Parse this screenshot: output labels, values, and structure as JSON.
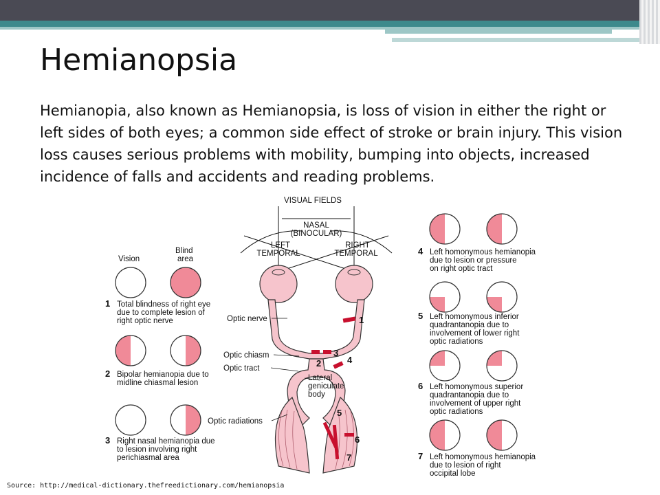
{
  "slide": {
    "title": "Hemianopsia",
    "paragraph": "Hemianopia, also known as Hemianopsia, is loss of vision in either the right or left sides of both eyes; a common side effect of stroke or brain injury.  This vision loss causes serious problems with mobility, bumping into objects, increased incidence of falls and accidents and reading problems.",
    "source": "Source: http://medical-dictionary.thefreedictionary.com/hemianopsia"
  },
  "diagram": {
    "visual_fields": "VISUAL FIELDS",
    "nasal": "NASAL",
    "binocular": "(BINOCULAR)",
    "left": "LEFT",
    "right": "RIGHT",
    "temporal": "TEMPORAL",
    "vision": "Vision",
    "blind": "Blind",
    "area": "area",
    "optic_nerve": "Optic nerve",
    "optic_chiasm": "Optic chiasm",
    "optic_tract": "Optic tract",
    "lgb1": "Lateral",
    "lgb2": "geniculate",
    "lgb3": "body",
    "optic_radiations": "Optic radiations",
    "lesions": [
      {
        "num": "1",
        "lines": [
          "Total blindness of right eye",
          "due to complete lesion of",
          "right optic nerve"
        ]
      },
      {
        "num": "2",
        "lines": [
          "Bipolar hemianopia due to",
          "midline chiasmal lesion"
        ]
      },
      {
        "num": "3",
        "lines": [
          "Right nasal hemianopia due",
          "to lesion involving right",
          "perichiasmal area"
        ]
      },
      {
        "num": "4",
        "lines": [
          "Left homonymous hemianopia",
          "due to lesion or pressure",
          "on right optic tract"
        ]
      },
      {
        "num": "5",
        "lines": [
          "Left homonymous inferior",
          "quadrantanopia due to",
          "involvement of lower right",
          "optic radiations"
        ]
      },
      {
        "num": "6",
        "lines": [
          "Left homonymous superior",
          "quadrantanopia due to",
          "involvement of upper right",
          "optic radiations"
        ]
      },
      {
        "num": "7",
        "lines": [
          "Left homonymous hemianopia",
          "due to lesion of right",
          "occipital lobe"
        ]
      }
    ],
    "colors": {
      "blind_area": "#f08a98",
      "pathway": "#f6c4cc",
      "lesion": "#c8102e"
    }
  }
}
